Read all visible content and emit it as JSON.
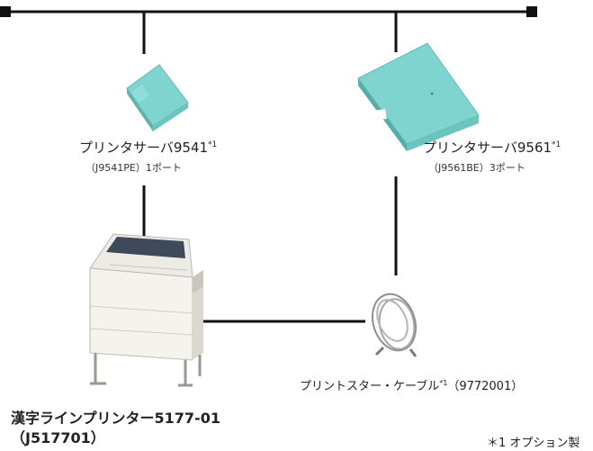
{
  "server1": {
    "name": "プリンタサーバ9541",
    "sup": "*1",
    "model": "（J9541PE）1ポート"
  },
  "server2": {
    "name": "プリンタサーバ9561",
    "sup": "*1",
    "model": "（J9561BE）3ポート"
  },
  "cable": {
    "name": "プリントスター・ケーブル",
    "sup": "*1",
    "part": "（9772001）"
  },
  "printer": {
    "name": "漢字ラインプリンター5177-01",
    "part": "（J517701）"
  },
  "footnote": "＊1  オプション製",
  "colors": {
    "device_teal": "#7fd4cf",
    "line": "#111111",
    "printer_body": "#f2f1ec"
  }
}
